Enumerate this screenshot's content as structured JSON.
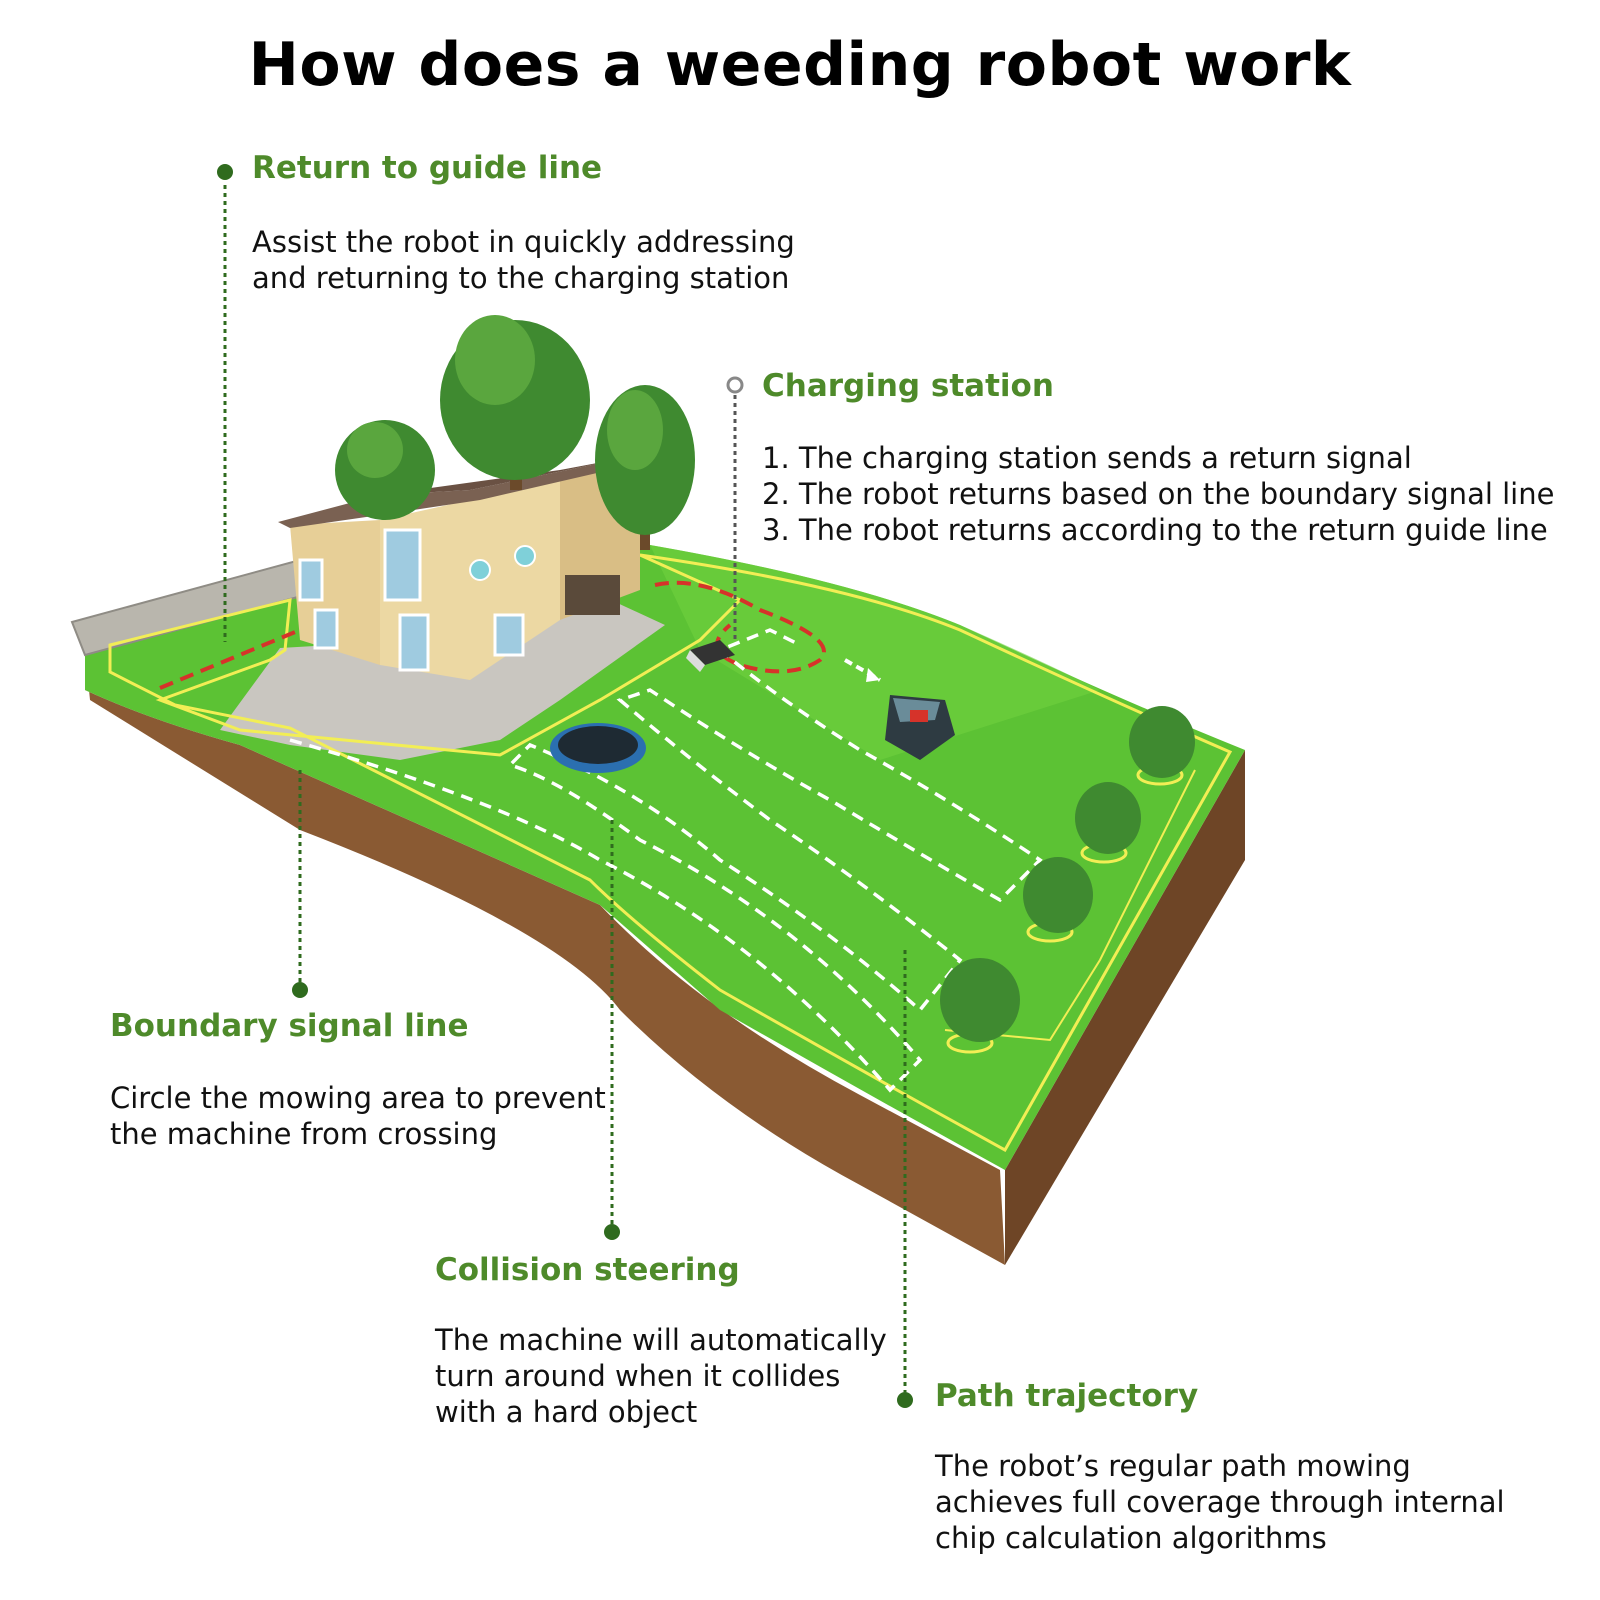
{
  "title": "How does a weeding robot work",
  "colors": {
    "heading_green": "#4e8a2a",
    "leader_green": "#2f6b1e",
    "grass": "#5cc234",
    "grass_light": "#72d245",
    "soil": "#8a5a33",
    "soil_dark": "#6e4526",
    "boundary_wire": "#f2ee55",
    "return_wire": "#d6332a",
    "path": "#ffffff"
  },
  "annotations": [
    {
      "id": "return-guide-line",
      "heading": "Return to guide line",
      "marker": "filled",
      "lines": [
        "Assist the robot in quickly addressing",
        "and returning to the charging station"
      ]
    },
    {
      "id": "charging-station",
      "heading": "Charging station",
      "marker": "hollow",
      "lines": [
        "1. The charging station sends a return signal",
        "2. The robot returns based on the boundary signal line",
        "3. The robot returns according to the return guide line"
      ]
    },
    {
      "id": "boundary-signal-line",
      "heading": "Boundary signal line",
      "marker": "filled",
      "lines": [
        "Circle the mowing area to prevent",
        "the machine from crossing"
      ]
    },
    {
      "id": "collision-steering",
      "heading": "Collision steering",
      "marker": "filled",
      "lines": [
        "The machine will automatically",
        "turn around when it collides",
        "with a hard object"
      ]
    },
    {
      "id": "path-trajectory",
      "heading": "Path trajectory",
      "marker": "filled",
      "lines": [
        "The robot’s regular path mowing",
        "achieves full coverage through internal",
        "chip calculation algorithms"
      ]
    }
  ],
  "icons": {
    "house": "house-icon",
    "tree": "tree-icon",
    "trampoline": "trampoline-icon",
    "robot": "robot-mower-icon",
    "station": "charging-station-icon"
  }
}
